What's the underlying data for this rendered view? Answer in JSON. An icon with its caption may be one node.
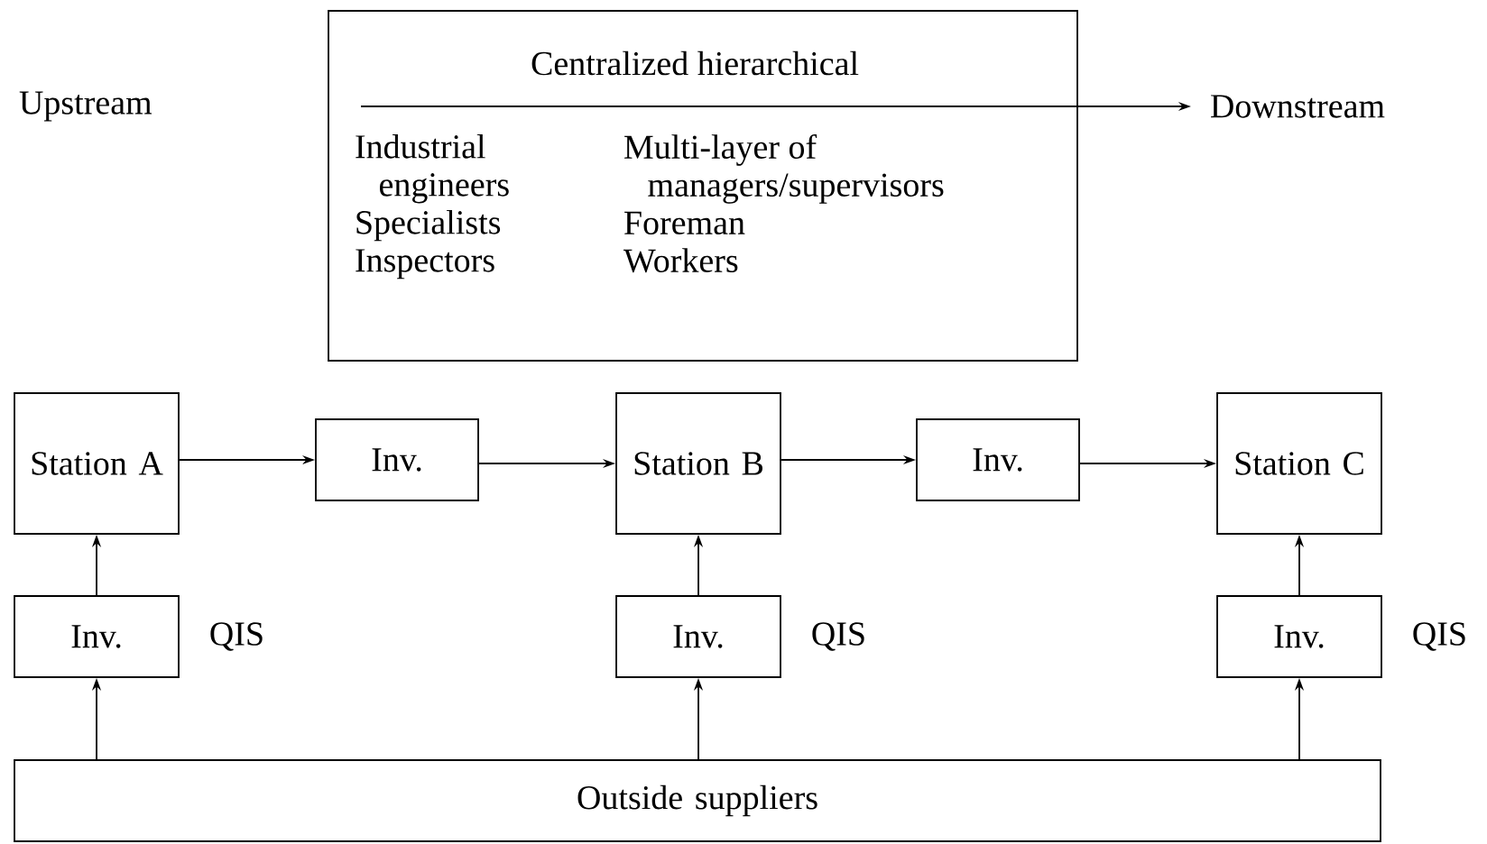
{
  "diagram": {
    "nodes": [
      {
        "text": [
          "Centralized hierarchical",
          "Industrial engineers",
          "Multi-layer of managers/supervisors",
          "Specialists",
          "Foreman",
          "Inspectors",
          "Workers"
        ]
      },
      {
        "text": [
          "Station A"
        ]
      },
      {
        "text": [
          "Inv."
        ]
      },
      {
        "text": [
          "Station B"
        ]
      },
      {
        "text": [
          "Inv."
        ]
      },
      {
        "text": [
          "Station C"
        ]
      },
      {
        "text": [
          "Inv."
        ],
        "beside": [
          "QIS"
        ]
      },
      {
        "text": [
          "Inv."
        ],
        "beside": [
          "QIS"
        ]
      },
      {
        "text": [
          "Inv."
        ],
        "beside": [
          "QIS"
        ]
      },
      {
        "text": [
          "Outside suppliers"
        ]
      }
    ],
    "edges": [
      {
        "from": 1,
        "to": 2,
        "arrow": "to"
      },
      {
        "from": 2,
        "to": 3,
        "arrow": "to"
      },
      {
        "from": 3,
        "to": 4,
        "arrow": "to"
      },
      {
        "from": 4,
        "to": 5,
        "arrow": "to"
      },
      {
        "from": 6,
        "to": 1,
        "arrow": "to"
      },
      {
        "from": 7,
        "to": 3,
        "arrow": "to"
      },
      {
        "from": 8,
        "to": 5,
        "arrow": "to"
      },
      {
        "from": 9,
        "to": 6,
        "arrow": "to"
      },
      {
        "from": 9,
        "to": 7,
        "arrow": "to"
      },
      {
        "from": 9,
        "to": 8,
        "arrow": "to"
      }
    ],
    "labels": [
      "Upstream",
      "Downstream"
    ]
  }
}
